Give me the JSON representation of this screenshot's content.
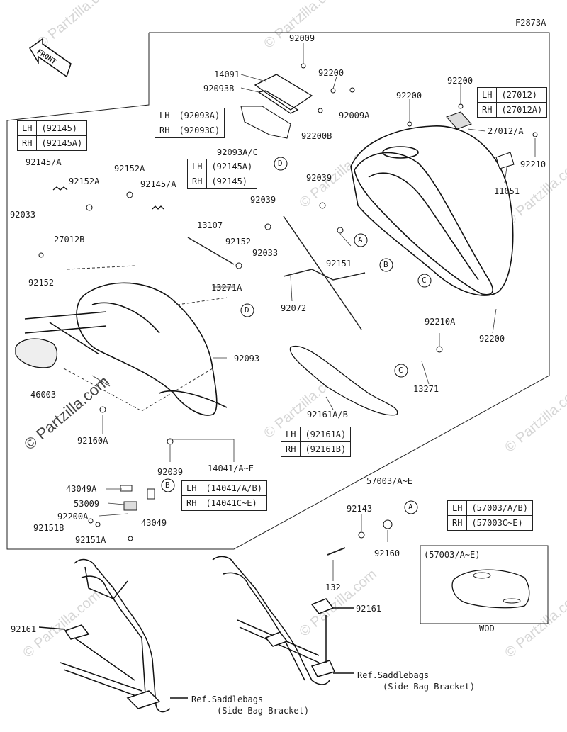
{
  "figure_code": "F2873A",
  "front_label": "FRONT",
  "watermark": "© Partzilla.com",
  "watermark_short": "Partzilla.com",
  "part_labels": [
    "92009",
    "14091",
    "92093B",
    "92200",
    "92200",
    "92200",
    "92009A",
    "92200B",
    "92093A/C",
    "92200",
    "27012/A",
    "92210",
    "11051",
    "92039",
    "92039",
    "92151",
    "92145/A",
    "92152A",
    "92152A",
    "92145/A",
    "92033",
    "27012B",
    "92152",
    "13107",
    "92152",
    "92033",
    "13271A",
    "92072",
    "92093",
    "46003",
    "92160A",
    "92039",
    "14041/A~E",
    "92161A/B",
    "92200",
    "92210A",
    "13271",
    "57003/A~E",
    "43049A",
    "53009",
    "92200A",
    "92151B",
    "43049",
    "92151A",
    "92143",
    "92160",
    "132",
    "92161",
    "92161"
  ],
  "callouts": [
    "D",
    "A",
    "B",
    "C",
    "D",
    "C",
    "B",
    "A"
  ],
  "tables": [
    {
      "rows": [
        [
          "LH",
          "(92145)"
        ],
        [
          "RH",
          "(92145A)"
        ]
      ]
    },
    {
      "rows": [
        [
          "LH",
          "(92093A)"
        ],
        [
          "RH",
          "(92093C)"
        ]
      ]
    },
    {
      "rows": [
        [
          "LH",
          "(92145A)"
        ],
        [
          "RH",
          "(92145)"
        ]
      ]
    },
    {
      "rows": [
        [
          "LH",
          "(27012)"
        ],
        [
          "RH",
          "(27012A)"
        ]
      ]
    },
    {
      "rows": [
        [
          "LH",
          "(92161A)"
        ],
        [
          "RH",
          "(92161B)"
        ]
      ]
    },
    {
      "rows": [
        [
          "LH",
          "(14041/A/B)"
        ],
        [
          "RH",
          "(14041C~E)"
        ]
      ]
    },
    {
      "rows": [
        [
          "LH",
          "(57003/A/B)"
        ],
        [
          "RH",
          "(57003C~E)"
        ]
      ]
    }
  ],
  "inset": {
    "title": "(57003/A~E)",
    "caption": "WOD"
  },
  "refs": [
    {
      "line1": "Ref.Saddlebags",
      "line2": "(Side Bag Bracket)"
    },
    {
      "line1": "Ref.Saddlebags",
      "line2": "(Side Bag Bracket)"
    }
  ]
}
